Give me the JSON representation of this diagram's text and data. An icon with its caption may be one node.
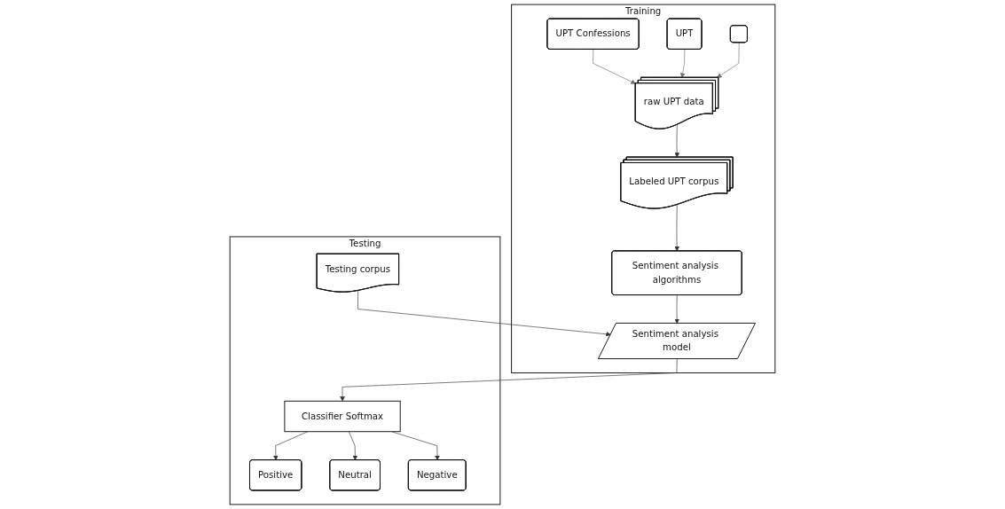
{
  "diagram": {
    "nodes": [
      {
        "text": [
          "Training"
        ]
      },
      {
        "text": [
          "UPT Confessions"
        ],
        "in": 0
      },
      {
        "text": [
          "UPT"
        ],
        "in": 0
      },
      {
        "text": [],
        "shape": "box",
        "in": 0
      },
      {
        "text": [
          "raw UPT data"
        ],
        "in": 0
      },
      {
        "text": [
          "Labeled UPT corpus"
        ],
        "in": 0
      },
      {
        "text": [
          "Sentiment analysis algorithms"
        ],
        "in": 0
      },
      {
        "text": [
          "Sentiment analysis model"
        ],
        "in": 0
      },
      {
        "text": [
          "Testing"
        ]
      },
      {
        "text": [
          "Testing corpus"
        ],
        "in": 8
      },
      {
        "text": [
          "Classifier Softmax"
        ],
        "in": 8
      },
      {
        "text": [
          "Positive"
        ],
        "in": 8
      },
      {
        "text": [
          "Neutral"
        ],
        "in": 8
      },
      {
        "text": [
          "Negative"
        ],
        "in": 8
      }
    ],
    "edges": [
      {
        "from": 1,
        "to": 4,
        "arrow": "to",
        "color": "#707070"
      },
      {
        "from": 2,
        "to": 4,
        "arrow": "to",
        "color": "#707070"
      },
      {
        "from": 3,
        "to": 4,
        "arrow": "to",
        "color": "#707070"
      },
      {
        "from": 4,
        "to": 5,
        "arrow": "to"
      },
      {
        "from": 5,
        "to": 6,
        "arrow": "to"
      },
      {
        "from": 6,
        "to": 7,
        "arrow": "to"
      },
      {
        "from": 9,
        "to": 7,
        "arrow": "to"
      },
      {
        "from": 7,
        "to": 10,
        "arrow": "to"
      },
      {
        "from": 10,
        "to": 11,
        "arrow": "to"
      },
      {
        "from": 10,
        "to": 12,
        "arrow": "to"
      },
      {
        "from": 10,
        "to": 13,
        "arrow": "to"
      }
    ]
  }
}
